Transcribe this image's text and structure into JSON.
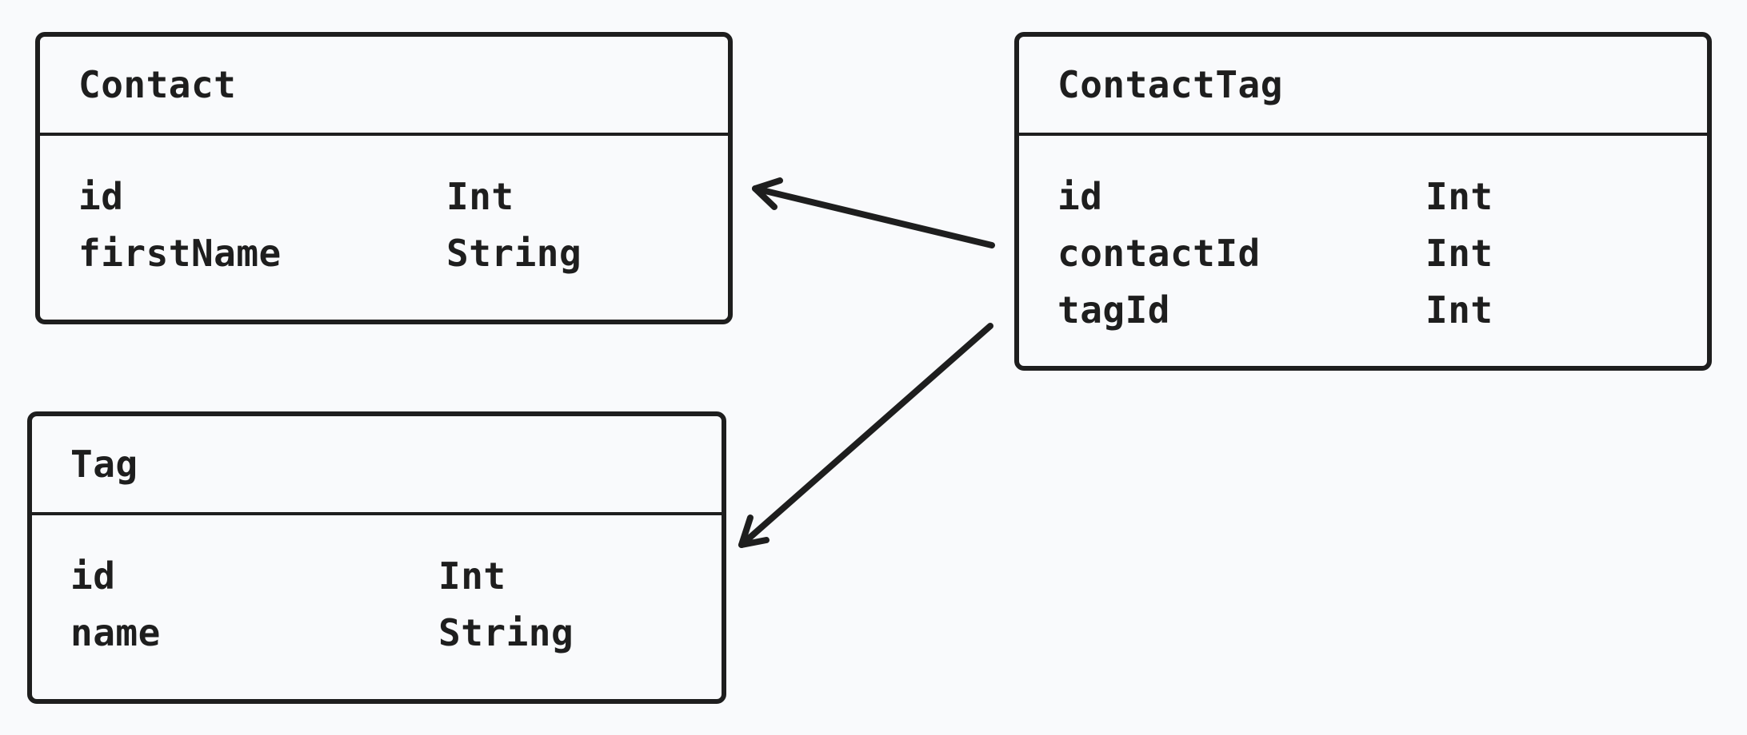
{
  "diagram": {
    "entities": [
      {
        "key": "contact",
        "name": "Contact",
        "fields": [
          {
            "name": "id",
            "type": "Int"
          },
          {
            "name": "firstName",
            "type": "String"
          }
        ]
      },
      {
        "key": "tag",
        "name": "Tag",
        "fields": [
          {
            "name": "id",
            "type": "Int"
          },
          {
            "name": "name",
            "type": "String"
          }
        ]
      },
      {
        "key": "contacttag",
        "name": "ContactTag",
        "fields": [
          {
            "name": "id",
            "type": "Int"
          },
          {
            "name": "contactId",
            "type": "Int"
          },
          {
            "name": "tagId",
            "type": "Int"
          }
        ]
      }
    ],
    "relationships": [
      {
        "from": "ContactTag",
        "to": "Contact"
      },
      {
        "from": "ContactTag",
        "to": "Tag"
      }
    ],
    "colors": {
      "background": "#f9fafc",
      "stroke": "#1e1e1e"
    }
  }
}
